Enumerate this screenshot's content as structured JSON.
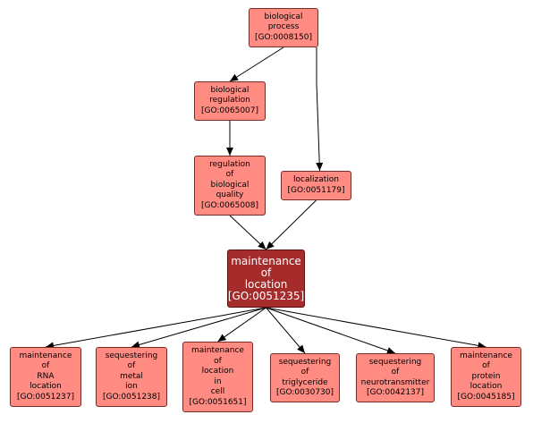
{
  "colors": {
    "node_fill": "#ff8b82",
    "node_border": "#7a2a24",
    "focus_fill": "#a62c2c",
    "focus_text": "#ffffff",
    "edge": "#000000"
  },
  "nodes": [
    {
      "id": "bp",
      "lines": [
        "biological",
        "process",
        "[GO:0008150]"
      ],
      "focus": false
    },
    {
      "id": "br",
      "lines": [
        "biological",
        "regulation",
        "[GO:0065007]"
      ],
      "focus": false
    },
    {
      "id": "rbq",
      "lines": [
        "regulation",
        "of",
        "biological",
        "quality",
        "[GO:0065008]"
      ],
      "focus": false
    },
    {
      "id": "loc",
      "lines": [
        "localization",
        "[GO:0051179]"
      ],
      "focus": false
    },
    {
      "id": "mol",
      "lines": [
        "maintenance",
        "of",
        "location",
        "[GO:0051235]"
      ],
      "focus": true
    },
    {
      "id": "rna",
      "lines": [
        "maintenance",
        "of",
        "RNA",
        "location",
        "[GO:0051237]"
      ],
      "focus": false
    },
    {
      "id": "metal",
      "lines": [
        "sequestering",
        "of",
        "metal",
        "ion",
        "[GO:0051238]"
      ],
      "focus": false
    },
    {
      "id": "cell",
      "lines": [
        "maintenance",
        "of",
        "location",
        "in",
        "cell",
        "[GO:0051651]"
      ],
      "focus": false
    },
    {
      "id": "trig",
      "lines": [
        "sequestering",
        "of",
        "triglyceride",
        "[GO:0030730]"
      ],
      "focus": false
    },
    {
      "id": "neuro",
      "lines": [
        "sequestering",
        "of",
        "neurotransmitter",
        "[GO:0042137]"
      ],
      "focus": false
    },
    {
      "id": "prot",
      "lines": [
        "maintenance",
        "of",
        "protein",
        "location",
        "[GO:0045185]"
      ],
      "focus": false
    }
  ],
  "edges": [
    {
      "from": "bp",
      "to": "br"
    },
    {
      "from": "bp",
      "to": "loc"
    },
    {
      "from": "br",
      "to": "rbq"
    },
    {
      "from": "rbq",
      "to": "mol"
    },
    {
      "from": "loc",
      "to": "mol"
    },
    {
      "from": "mol",
      "to": "rna"
    },
    {
      "from": "mol",
      "to": "metal"
    },
    {
      "from": "mol",
      "to": "cell"
    },
    {
      "from": "mol",
      "to": "trig"
    },
    {
      "from": "mol",
      "to": "neuro"
    },
    {
      "from": "mol",
      "to": "prot"
    }
  ]
}
